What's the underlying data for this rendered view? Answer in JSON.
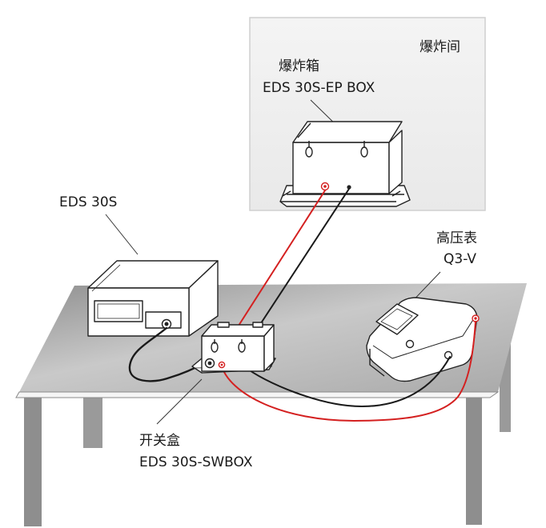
{
  "labels": {
    "blast_room": "爆炸间",
    "blast_box_cn": "爆炸箱",
    "blast_box_en": "EDS 30S-EP BOX",
    "device_main": "EDS 30S",
    "meter_cn": "高压表",
    "meter_en": "Q3-V",
    "switch_box_cn": "开关盒",
    "switch_box_en": "EDS 30S-SWBOX"
  },
  "colors": {
    "red_wire": "#d42020",
    "black_wire": "#1a1a1a",
    "room_fill": "#f0f0f0",
    "room_border": "#cfcfcf",
    "table_top": "#b0b0b0",
    "table_leg": "#8e8e8e",
    "device_fill": "#ffffff",
    "outline": "#222222"
  },
  "icons": {
    "blast_box": "explosion-box-icon",
    "device": "eds-30s-device-icon",
    "meter": "high-voltage-meter-icon",
    "switch_box": "switch-box-icon"
  }
}
